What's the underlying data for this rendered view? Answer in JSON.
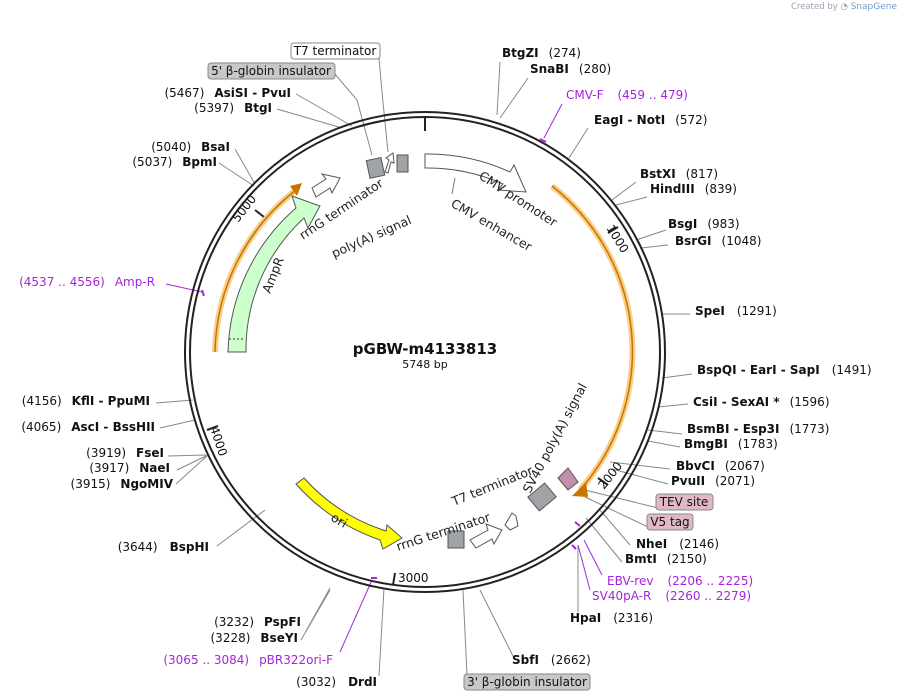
{
  "credit": {
    "prefix": "Created by",
    "brand": "SnapGene"
  },
  "plasmid": {
    "name": "pGBW-m4133813",
    "length": "5748 bp"
  },
  "ticks": [
    "1000",
    "2000",
    "3000",
    "4000",
    "5000"
  ],
  "features": {
    "cmv_promoter": "CMV promoter",
    "cmv_enhancer": "CMV enhancer",
    "rrnG_top": "rrnG terminator",
    "polyA_top": "poly(A) signal",
    "ampr": "AmpR",
    "sv40": "SV40 poly(A) signal",
    "t7_bottom": "T7 terminator",
    "rrnG_bottom": "rrnG terminator",
    "ori": "ori"
  },
  "boxed": {
    "t7_top": "T7 terminator",
    "globin5": "5' β-globin insulator",
    "tev": "TEV site",
    "v5": "V5 tag",
    "globin3": "3' β-globin insulator"
  },
  "sites": {
    "btgzi": {
      "name": "BtgZI",
      "num": "(274)"
    },
    "snabi": {
      "name": "SnaBI",
      "num": "(280)"
    },
    "eagi": {
      "name": "EagI  -  NotI",
      "num": "(572)"
    },
    "bstxi": {
      "name": "BstXI",
      "num": "(817)"
    },
    "hindiii": {
      "name": "HindIII",
      "num": "(839)"
    },
    "bsgi": {
      "name": "BsgI",
      "num": "(983)"
    },
    "bsrgi": {
      "name": "BsrGI",
      "num": "(1048)"
    },
    "spei": {
      "name": "SpeI",
      "num": "(1291)"
    },
    "bspqi": {
      "name": "BspQI  -  EarI  -  SapI",
      "num": "(1491)"
    },
    "csii": {
      "name": "CsiI  -  SexAI *",
      "num": "(1596)"
    },
    "bsmbi": {
      "name": "BsmBI  -  Esp3I",
      "num": "(1773)"
    },
    "bmgbi": {
      "name": "BmgBI",
      "num": "(1783)"
    },
    "bbvci": {
      "name": "BbvCI",
      "num": "(2067)"
    },
    "pvuii": {
      "name": "PvuII",
      "num": "(2071)"
    },
    "nhei": {
      "name": "NheI",
      "num": "(2146)"
    },
    "bmti": {
      "name": "BmtI",
      "num": "(2150)"
    },
    "hpai": {
      "name": "HpaI",
      "num": "(2316)"
    },
    "sbfi": {
      "name": "SbfI",
      "num": "(2662)"
    },
    "drdi": {
      "name": "DrdI",
      "num": "(3032)"
    },
    "bseyi": {
      "name": "BseYI",
      "num": "(3228)"
    },
    "pspfi": {
      "name": "PspFI",
      "num": "(3232)"
    },
    "bsphi": {
      "name": "BspHI",
      "num": "(3644)"
    },
    "ngomiv": {
      "name": "NgoMIV",
      "num": "(3915)"
    },
    "naei": {
      "name": "NaeI",
      "num": "(3917)"
    },
    "fsei": {
      "name": "FseI",
      "num": "(3919)"
    },
    "asci": {
      "name": "AscI  -  BssHII",
      "num": "(4065)"
    },
    "kfli": {
      "name": "KflI  -  PpuMI",
      "num": "(4156)"
    },
    "bpmi": {
      "name": "BpmI",
      "num": "(5037)"
    },
    "bsai": {
      "name": "BsaI",
      "num": "(5040)"
    },
    "btgi": {
      "name": "BtgI",
      "num": "(5397)"
    },
    "asisi": {
      "name": "AsiSI  -  PvuI",
      "num": "(5467)"
    }
  },
  "primers": {
    "cmvf": {
      "name": "CMV-F",
      "range": "(459 .. 479)"
    },
    "ebvrev": {
      "name": "EBV-rev",
      "range": "(2206 .. 2225)"
    },
    "sv40par": {
      "name": "SV40pA-R",
      "range": "(2260 .. 2279)"
    },
    "pbr322": {
      "name": "pBR322ori-F",
      "range": "(3065 .. 3084)"
    },
    "ampr": {
      "name": "Amp-R",
      "range": "(4537 .. 4556)"
    }
  },
  "colors": {
    "backbone": "#222222",
    "ampr_fill": "#ccffcc",
    "ori_fill": "#ffff00",
    "orf_highlight": "#f5a623",
    "primer": "#a426d8",
    "tag_box": "#e0b8c8",
    "grey_box": "#c8c8c8"
  }
}
